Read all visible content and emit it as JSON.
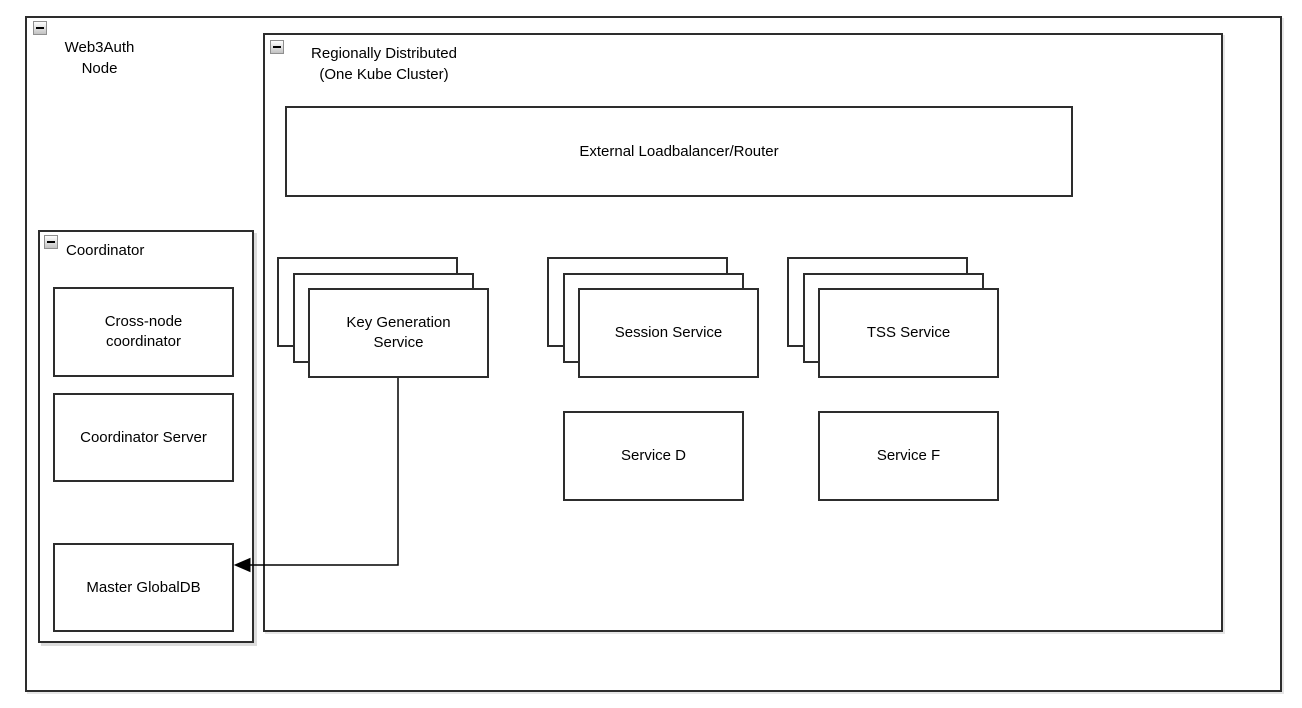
{
  "title": "Web3Auth Node architecture diagram",
  "colors": {
    "stroke": "#2d2d2d",
    "background": "#ffffff",
    "shadow": "#dcdcdc"
  },
  "containers": {
    "web3auth": {
      "label": "Web3Auth\nNode",
      "collapse_icon": "minus"
    },
    "regional": {
      "label": "Regionally Distributed\n(One Kube Cluster)",
      "collapse_icon": "minus"
    },
    "coordinator": {
      "label": "Coordinator",
      "collapse_icon": "minus"
    }
  },
  "nodes": {
    "loadbalancer": {
      "label": "External Loadbalancer/Router"
    },
    "cross_node": {
      "label": "Cross-node\ncoordinator"
    },
    "coordinator_server": {
      "label": "Coordinator Server"
    },
    "master_globaldb": {
      "label": "Master GlobalDB"
    },
    "key_generation": {
      "label": "Key Generation\nService",
      "replicas_shown": 3
    },
    "session_service": {
      "label": "Session Service",
      "replicas_shown": 3
    },
    "tss_service": {
      "label": "TSS Service",
      "replicas_shown": 3
    },
    "service_d": {
      "label": "Service D"
    },
    "service_f": {
      "label": "Service F"
    }
  },
  "edges": [
    {
      "from": "key_generation",
      "to": "master_globaldb",
      "style": "orthogonal",
      "arrowhead": "filled",
      "direction": "into-left-box"
    }
  ]
}
